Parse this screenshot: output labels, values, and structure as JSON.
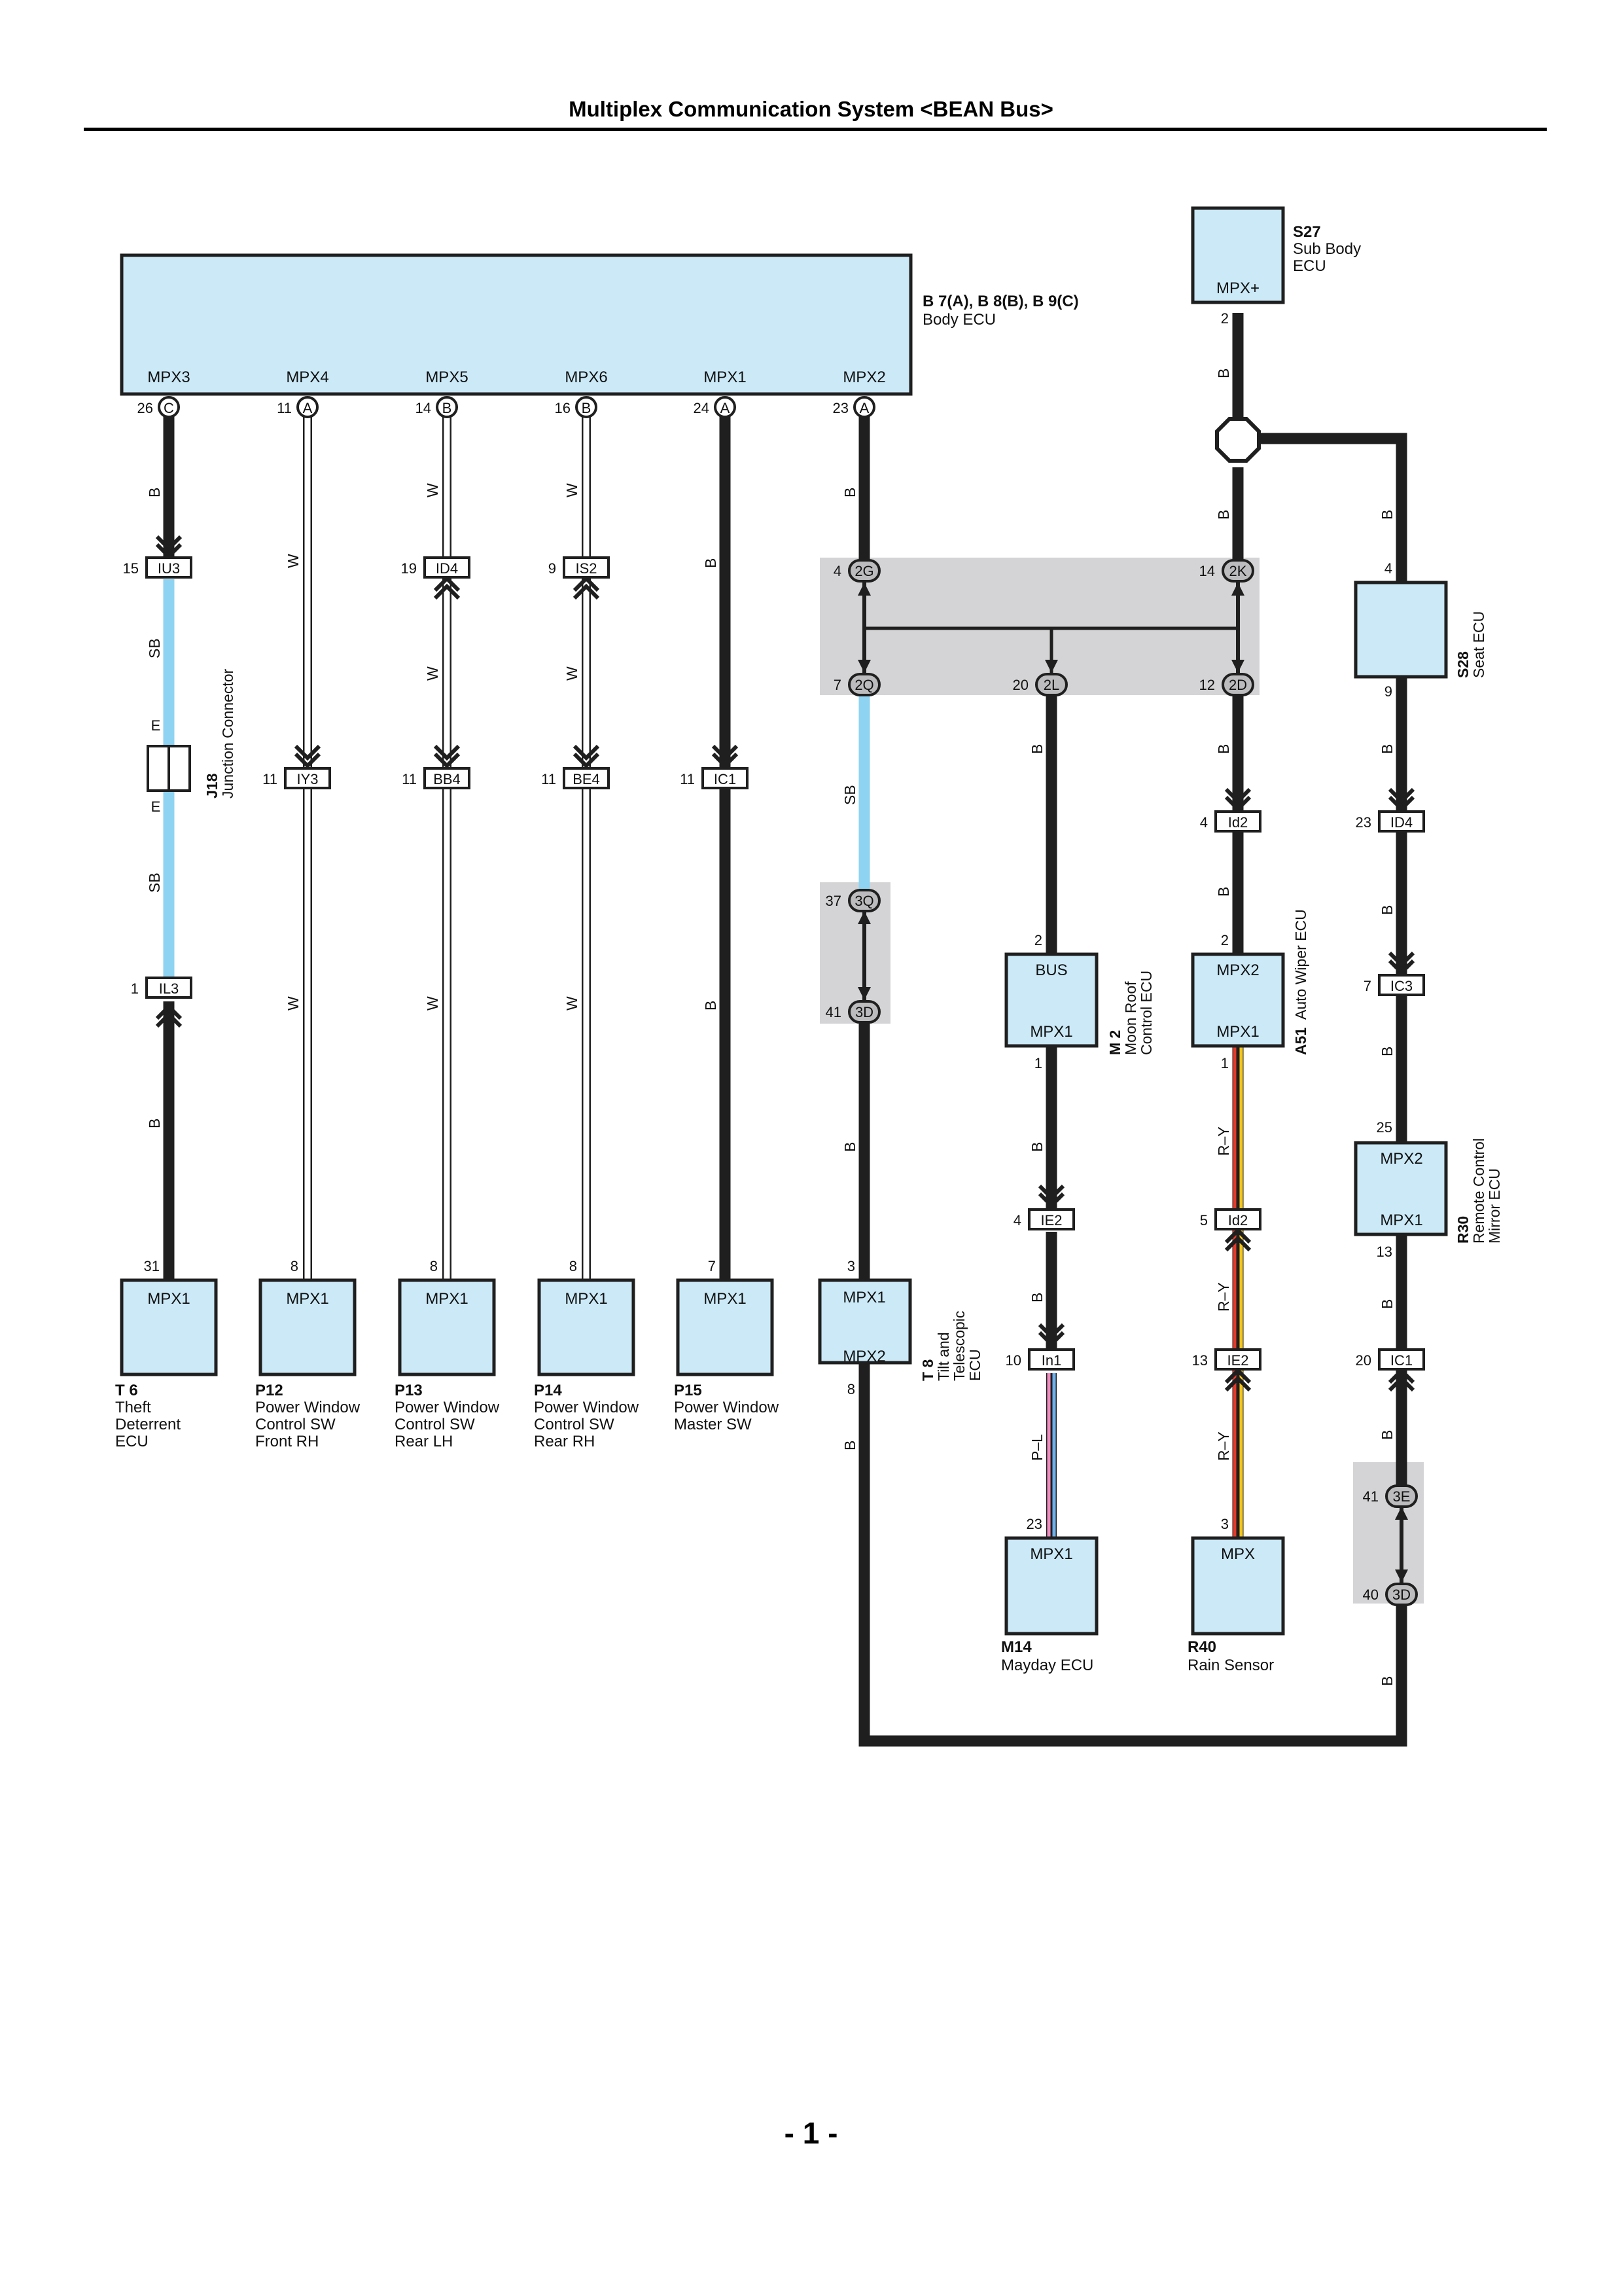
{
  "page": {
    "title": "Multiplex Communication System <BEAN Bus>",
    "page_number": "- 1 -"
  },
  "colors": {
    "ecu_fill": "#cbe9f7",
    "ground_fill": "#d4d4d6",
    "wire_black": "#1f1f1f",
    "wire_sb": "#8fd3f2",
    "wire_w": "#ffffff",
    "wire_ry_red": "#e63a2a",
    "wire_ry_yellow": "#f5c518",
    "wire_pl_pink": "#f08cc0",
    "wire_pl_blue": "#6fb0e8"
  },
  "body_ecu": {
    "code": "B 7(A), B 8(B), B 9(C)",
    "name": "Body ECU",
    "pins": [
      {
        "label": "MPX3",
        "pin": "26",
        "connector": "C"
      },
      {
        "label": "MPX4",
        "pin": "11",
        "connector": "A"
      },
      {
        "label": "MPX5",
        "pin": "14",
        "connector": "B"
      },
      {
        "label": "MPX6",
        "pin": "16",
        "connector": "B"
      },
      {
        "label": "MPX1",
        "pin": "24",
        "connector": "A"
      },
      {
        "label": "MPX2",
        "pin": "23",
        "connector": "A"
      }
    ]
  },
  "wire_colors": {
    "col1_top": "B",
    "col1_mid_top": "SB",
    "col1_mid_bottom": "SB",
    "col1_bottom": "B",
    "col2_top": "W",
    "col2_bottom": "W",
    "col3_top": "W",
    "col3_mid": "W",
    "col3_bottom": "W",
    "col4_top": "W",
    "col4_mid": "W",
    "col4_bottom": "W",
    "col5_top": "B",
    "col5_bottom": "B",
    "col6_top": "B",
    "col6_sb": "SB",
    "col6_bottom": "B",
    "col6_tail": "B",
    "col7_top": "B",
    "col7_mid": "B",
    "col7_bottom": "P–L",
    "col8_sub": "B",
    "col8_a": "B",
    "col8_b": "B",
    "col8_c": "R–Y",
    "col8_d": "R–Y",
    "col8_e": "R–Y",
    "col9_top": "B",
    "col9_a": "B",
    "col9_b": "B",
    "col9_c": "B",
    "col9_d": "B",
    "col9_e": "B",
    "col9_f": "B"
  },
  "junctions": {
    "IU3": {
      "label": "IU3",
      "pin": "15"
    },
    "IL3": {
      "label": "IL3",
      "pin": "1"
    },
    "IY3": {
      "label": "IY3",
      "pin": "11"
    },
    "ID4a": {
      "label": "ID4",
      "pin": "19"
    },
    "BB4": {
      "label": "BB4",
      "pin": "11"
    },
    "IS2": {
      "label": "IS2",
      "pin": "9"
    },
    "BE4": {
      "label": "BE4",
      "pin": "11"
    },
    "IC1a": {
      "label": "IC1",
      "pin": "11"
    },
    "Id2a": {
      "label": "Id2",
      "pin": "4"
    },
    "ID4b": {
      "label": "ID4",
      "pin": "23"
    },
    "IC3": {
      "label": "IC3",
      "pin": "7"
    },
    "IE2a": {
      "label": "IE2",
      "pin": "4"
    },
    "Id2b": {
      "label": "Id2",
      "pin": "5"
    },
    "In1": {
      "label": "In1",
      "pin": "10"
    },
    "IE2b": {
      "label": "IE2",
      "pin": "13"
    },
    "IC1b": {
      "label": "IC1",
      "pin": "20"
    }
  },
  "ovals": {
    "2G": {
      "label": "2G",
      "pin": "4"
    },
    "2K": {
      "label": "2K",
      "pin": "14"
    },
    "2Q": {
      "label": "2Q",
      "pin": "7"
    },
    "2L": {
      "label": "2L",
      "pin": "20"
    },
    "2D": {
      "label": "2D",
      "pin": "12"
    },
    "3Q": {
      "label": "3Q",
      "pin": "37"
    },
    "3D": {
      "label": "3D",
      "pin": "41"
    },
    "3E": {
      "label": "3E",
      "pin": "41"
    },
    "3Db": {
      "label": "3D",
      "pin": "40"
    }
  },
  "j18": {
    "code": "J18",
    "name": "Junction Connector",
    "pin_top": "E",
    "pin_bottom": "E"
  },
  "components": {
    "T6": {
      "code": "T 6",
      "name_lines": [
        "Theft",
        "Deterrent",
        "ECU"
      ],
      "terminal": "MPX1",
      "pin": "31"
    },
    "P12": {
      "code": "P12",
      "name_lines": [
        "Power Window",
        "Control SW",
        "Front RH"
      ],
      "terminal": "MPX1",
      "pin": "8"
    },
    "P13": {
      "code": "P13",
      "name_lines": [
        "Power Window",
        "Control SW",
        "Rear LH"
      ],
      "terminal": "MPX1",
      "pin": "8"
    },
    "P14": {
      "code": "P14",
      "name_lines": [
        "Power Window",
        "Control SW",
        "Rear RH"
      ],
      "terminal": "MPX1",
      "pin": "8"
    },
    "P15": {
      "code": "P15",
      "name_lines": [
        "Power Window",
        "Master SW"
      ],
      "terminal": "MPX1",
      "pin": "7"
    },
    "T8": {
      "code": "T 8",
      "name_lines": [
        "Tilt and",
        "Telescopic",
        "ECU"
      ],
      "terminal_top": "MPX1",
      "terminal_bottom": "MPX2",
      "pin_top": "3",
      "pin_bottom": "8"
    },
    "M2": {
      "code": "M 2",
      "name_lines": [
        "Moon Roof",
        "Control ECU"
      ],
      "terminal_top": "BUS",
      "terminal_bottom": "MPX1",
      "pin_top": "2",
      "pin_bottom": "1"
    },
    "A51": {
      "code": "A51",
      "name_lines": [
        "Auto Wiper ECU"
      ],
      "terminal_top": "MPX2",
      "terminal_bottom": "MPX1",
      "pin_top": "2",
      "pin_bottom": "1"
    },
    "S27": {
      "code": "S27",
      "name_lines": [
        "Sub Body",
        "ECU"
      ],
      "terminal": "MPX+",
      "pin": "2"
    },
    "S28": {
      "code": "S28",
      "name_lines": [
        "Seat ECU"
      ],
      "pin_top": "4",
      "pin_bottom": "9"
    },
    "R30": {
      "code": "R30",
      "name_lines": [
        "Remote Control",
        "Mirror ECU"
      ],
      "terminal_top": "MPX2",
      "terminal_bottom": "MPX1",
      "pin_top": "25",
      "pin_bottom": "13"
    },
    "M14": {
      "code": "M14",
      "name_lines": [
        "Mayday ECU"
      ],
      "terminal": "MPX1",
      "pin": "23"
    },
    "R40": {
      "code": "R40",
      "name_lines": [
        "Rain Sensor"
      ],
      "terminal": "MPX",
      "pin": "3"
    }
  }
}
